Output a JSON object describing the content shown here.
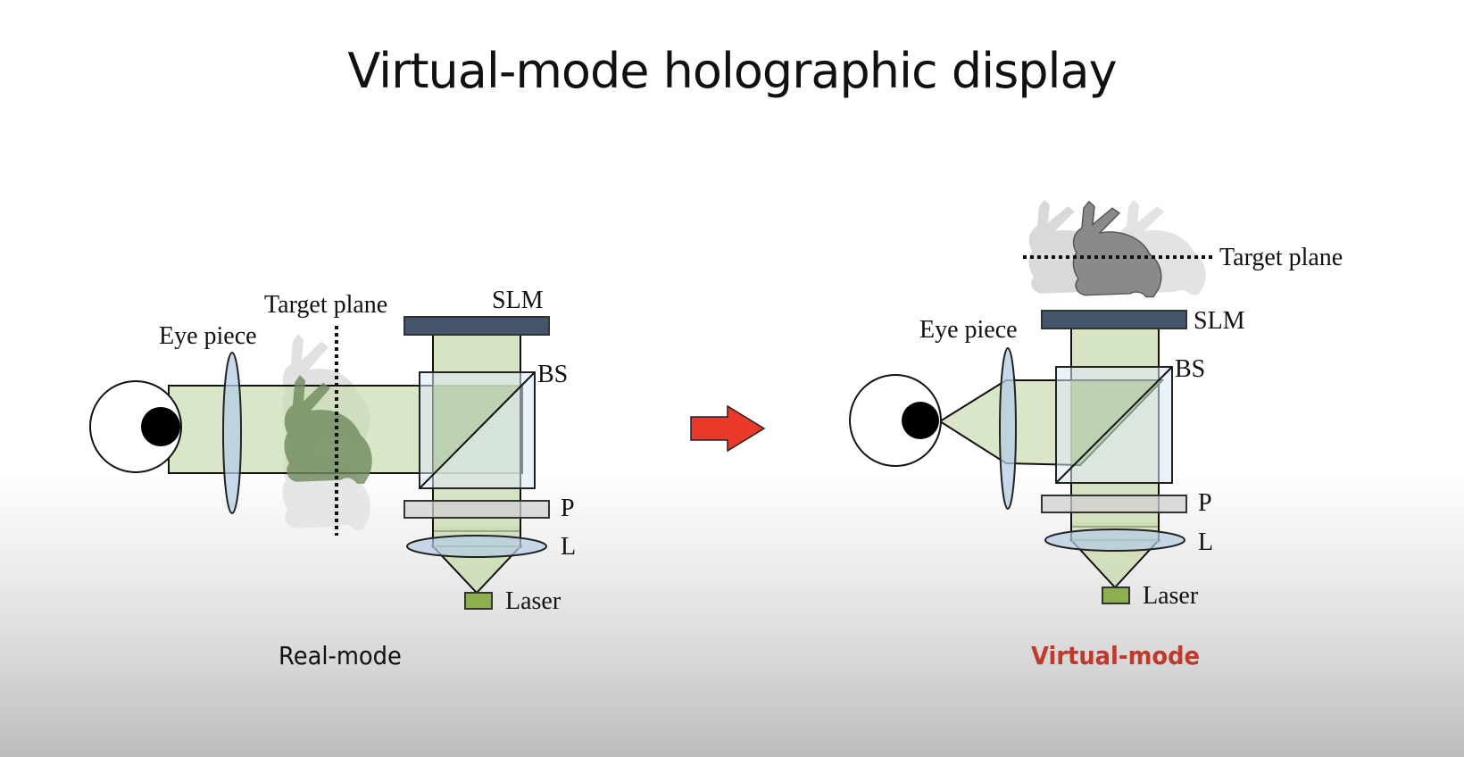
{
  "slide": {
    "title": "Virtual-mode holographic display"
  },
  "real_mode": {
    "caption": "Real-mode",
    "labels": {
      "target_plane": "Target plane",
      "slm": "SLM",
      "eye_piece": "Eye piece",
      "bs": "BS",
      "p": "P",
      "l": "L",
      "laser": "Laser"
    }
  },
  "virtual_mode": {
    "caption": "Virtual-mode",
    "labels": {
      "target_plane": "Target plane",
      "slm": "SLM",
      "eye_piece": "Eye piece",
      "bs": "BS",
      "p": "P",
      "l": "L",
      "laser": "Laser"
    }
  },
  "transition_arrow": {
    "icon": "right-arrow-icon",
    "color": "#e8392a"
  },
  "colors": {
    "beam": "#c9dbb0",
    "slm": "#44546a",
    "lens": "#b4cce4",
    "polarizer": "#d0d0d0",
    "beam_splitter": "#dde8f4",
    "laser": "#8cb050",
    "virtual_caption": "#c0392b"
  }
}
